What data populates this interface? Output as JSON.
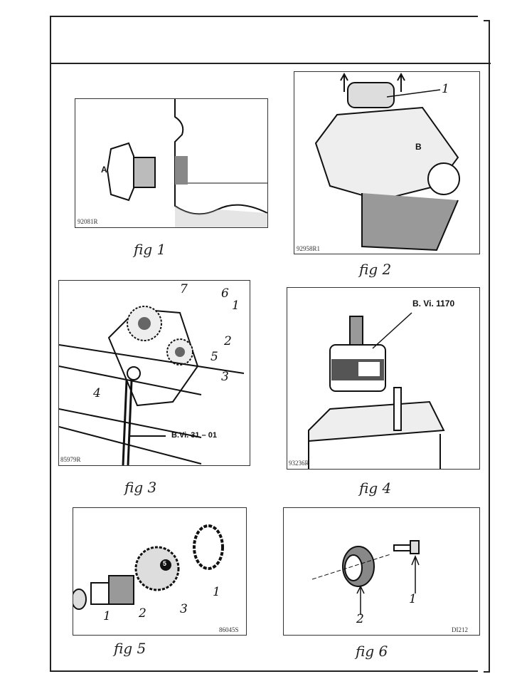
{
  "figures": [
    {
      "caption": "fig 1",
      "code": "92081R",
      "labels": [
        "A"
      ]
    },
    {
      "caption": "fig 2",
      "code": "92958R1",
      "labels": [
        "1",
        "B"
      ]
    },
    {
      "caption": "fig 3",
      "code": "85979R",
      "labels": [
        "7",
        "6",
        "1",
        "2",
        "5",
        "3",
        "4"
      ],
      "tool": "B.Vi. 31 – 01"
    },
    {
      "caption": "fig 4",
      "code": "93236R",
      "tool": "B. Vi. 1170"
    },
    {
      "caption": "fig 5",
      "code": "86045S",
      "labels": [
        "1",
        "2",
        "3",
        "1",
        "5"
      ]
    },
    {
      "caption": "fig 6",
      "code": "DI212",
      "labels": [
        "2",
        "1"
      ]
    }
  ]
}
